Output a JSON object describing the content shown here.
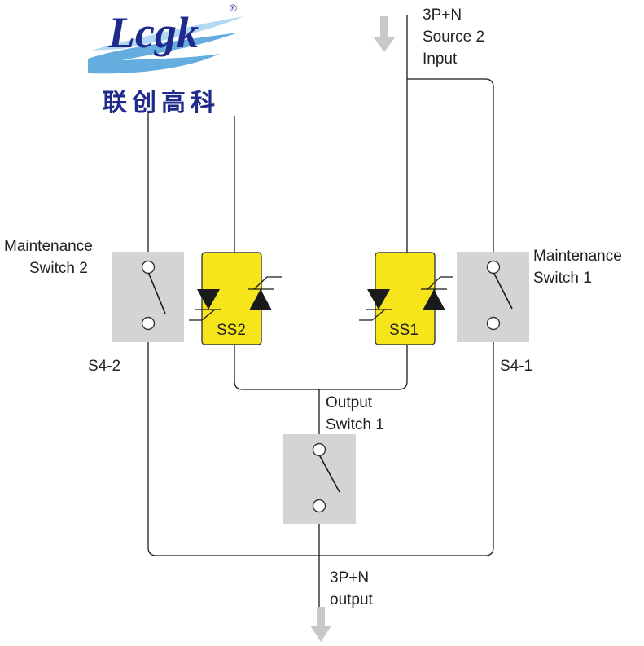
{
  "logo": {
    "text": "Lcgk",
    "registered": "®",
    "chinese": "联创高科",
    "color_text": "#1f2a8c",
    "color_swoosh": "#4a9fd8"
  },
  "labels": {
    "source2_line1": "3P+N",
    "source2_line2": "Source 2",
    "source2_line3": "Input",
    "maint2_line1": "Maintenance",
    "maint2_line2": "Switch 2",
    "maint1_line1": "Maintenance",
    "maint1_line2": "Switch 1",
    "s42": "S4-2",
    "s41": "S4-1",
    "output_switch_line1": "Output",
    "output_switch_line2": "Switch 1",
    "output_line1": "3P+N",
    "output_line2": "output",
    "ss2": "SS2",
    "ss1": "SS1"
  },
  "colors": {
    "static_switch_fill": "#f7e51c",
    "switch_box_fill": "#d4d4d4",
    "flow_arrow": "#c8c8c8"
  },
  "icons": {
    "flow_in": "down-arrow-icon",
    "flow_out": "down-arrow-icon",
    "thyristor": "thyristor-icon"
  }
}
